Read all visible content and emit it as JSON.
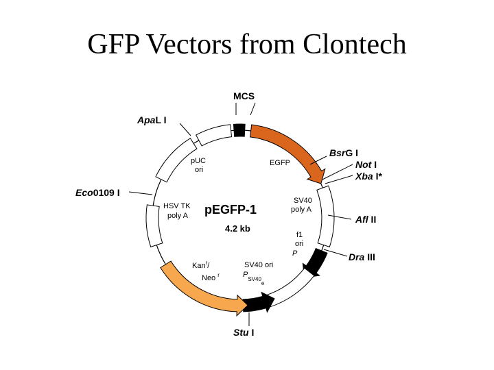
{
  "slide": {
    "title": "GFP Vectors from Clontech"
  },
  "plasmid": {
    "name": "pEGFP-1",
    "size": "4.2 kb",
    "colors": {
      "egfp": "#d9661c",
      "kan": "#f7a84f",
      "promoter": "#000000",
      "outline": "#000000",
      "fill": "#ffffff"
    },
    "sites": {
      "mcs": "MCS",
      "apal_it": "Apa",
      "apal_rest": "L I",
      "bsrg_it": "Bsr",
      "bsrg_rest": "G I",
      "not_it": "Not",
      "not_rest": " I",
      "xba_it": "Xba",
      "xba_rest": " I*",
      "afl_it": "Afl",
      "afl_rest": " II",
      "dra_it": "Dra",
      "dra_rest": " III",
      "stu_it": "Stu",
      "stu_rest": " I",
      "eco_it": "Eco",
      "eco_rest": "0109 I"
    },
    "features": {
      "egfp": "EGFP",
      "puc_1": "pUC",
      "puc_2": "ori",
      "sv40pa_1": "SV40",
      "sv40pa_2": "poly A",
      "f1_1": "f1",
      "f1_2": "ori",
      "f1_p": "P",
      "hsv_1": "HSV TK",
      "hsv_2": "poly A",
      "kan_1": "Kan",
      "kan_sup": "r",
      "kan_slash": "/",
      "neo": "Neo",
      "neo_sup": "r",
      "sv40ori": "SV40 ori",
      "psv40_p": "P",
      "psv40_sub": "SV40",
      "psv40_e": "e"
    }
  }
}
